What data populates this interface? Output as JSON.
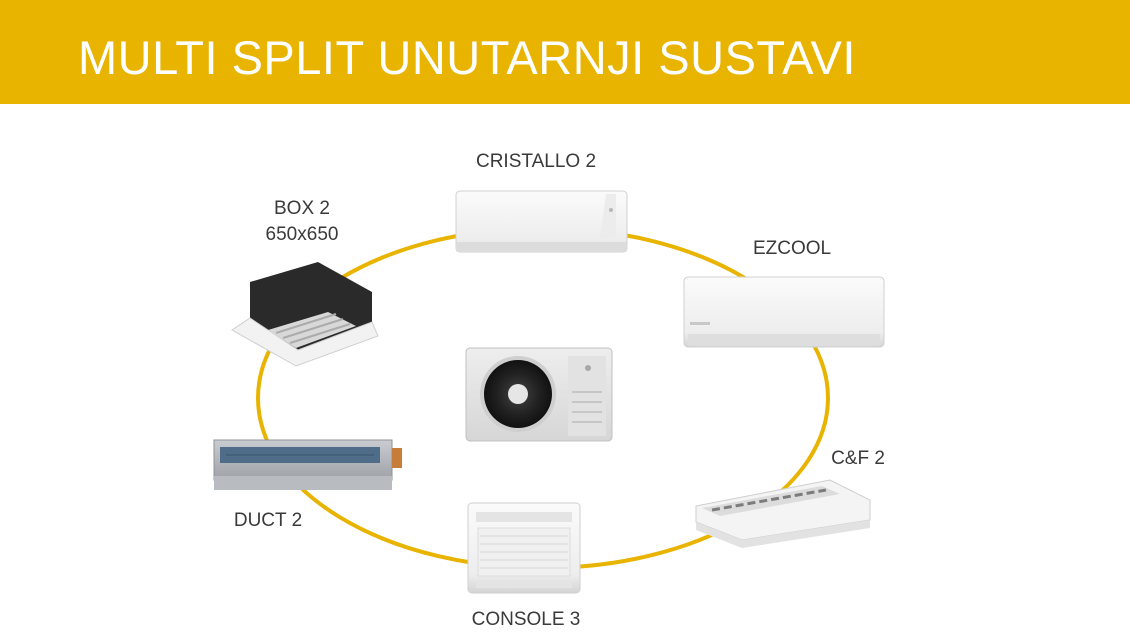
{
  "header": {
    "title": "MULTI SPLIT UNUTARNJI SUSTAVI"
  },
  "colors": {
    "accent": "#e8b400",
    "ring": "#e8b400",
    "text": "#3a3a3a",
    "background": "#ffffff"
  },
  "units": {
    "cristallo": {
      "label": "CRISTALLO 2"
    },
    "ezcool": {
      "label": "EZCOOL"
    },
    "box": {
      "label_line1": "BOX 2",
      "label_line2": "650x650"
    },
    "cf": {
      "label": "C&F 2"
    },
    "duct": {
      "label": "DUCT 2"
    },
    "console": {
      "label": "CONSOLE 3"
    }
  }
}
